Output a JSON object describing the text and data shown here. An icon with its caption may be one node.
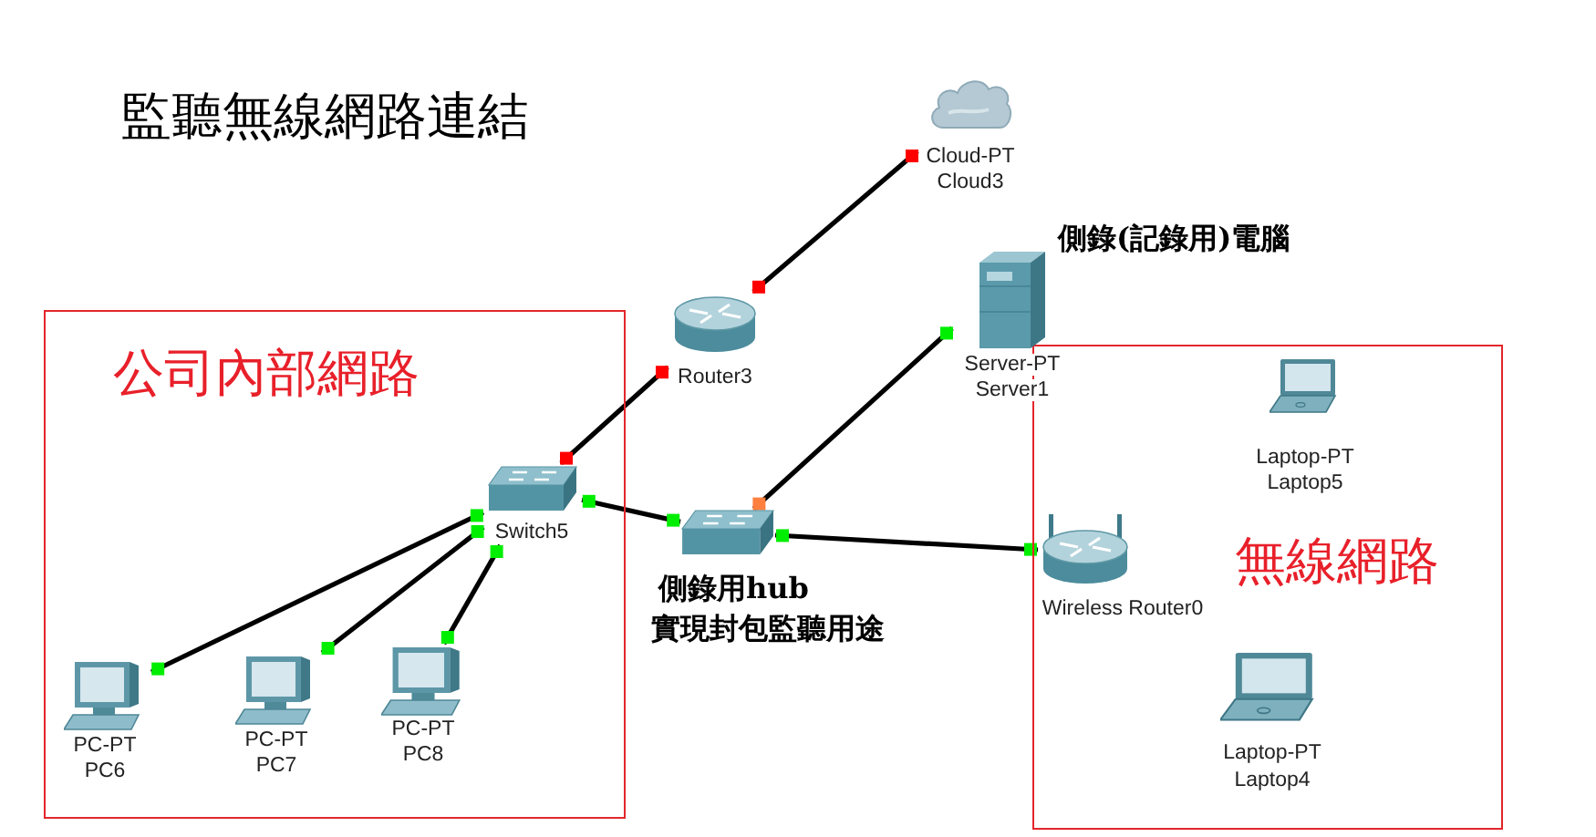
{
  "diagram": {
    "title": "監聽無線網路連結",
    "nodes": [
      {
        "text": [
          "Cloud-PT",
          "Cloud3"
        ]
      },
      {
        "text": [
          "Router3"
        ]
      },
      {
        "text": [
          "Server-PT",
          "Server1"
        ],
        "beside": [
          "側錄(記錄用)電腦"
        ]
      },
      {
        "text": [
          "公司內部網路"
        ]
      },
      {
        "text": [
          "Switch5"
        ],
        "in": 3
      },
      {
        "text": [],
        "shape": "picture",
        "beside": [
          "側錄用hub",
          "實現封包監聽用途"
        ]
      },
      {
        "text": [
          "Wireless Router0"
        ],
        "in": 7
      },
      {
        "text": [
          "無線網路"
        ]
      },
      {
        "text": [
          "Laptop-PT",
          "Laptop5"
        ],
        "in": 7
      },
      {
        "text": [
          "Laptop-PT",
          "Laptop4"
        ],
        "in": 7
      },
      {
        "text": [
          "PC-PT",
          "PC6"
        ],
        "in": 3
      },
      {
        "text": [
          "PC-PT",
          "PC7"
        ],
        "in": 3
      },
      {
        "text": [
          "PC-PT",
          "PC8"
        ],
        "in": 3
      }
    ],
    "edges": [
      {
        "from": 0,
        "to": 1,
        "arrow": "none"
      },
      {
        "from": 1,
        "to": 4,
        "arrow": "none"
      },
      {
        "from": 2,
        "to": 5,
        "arrow": "none"
      },
      {
        "from": 4,
        "to": 5,
        "arrow": "none"
      },
      {
        "from": 5,
        "to": 6,
        "arrow": "none"
      },
      {
        "from": 4,
        "to": 10,
        "arrow": "none"
      },
      {
        "from": 4,
        "to": 11,
        "arrow": "none"
      },
      {
        "from": 4,
        "to": 12,
        "arrow": "none"
      }
    ]
  }
}
